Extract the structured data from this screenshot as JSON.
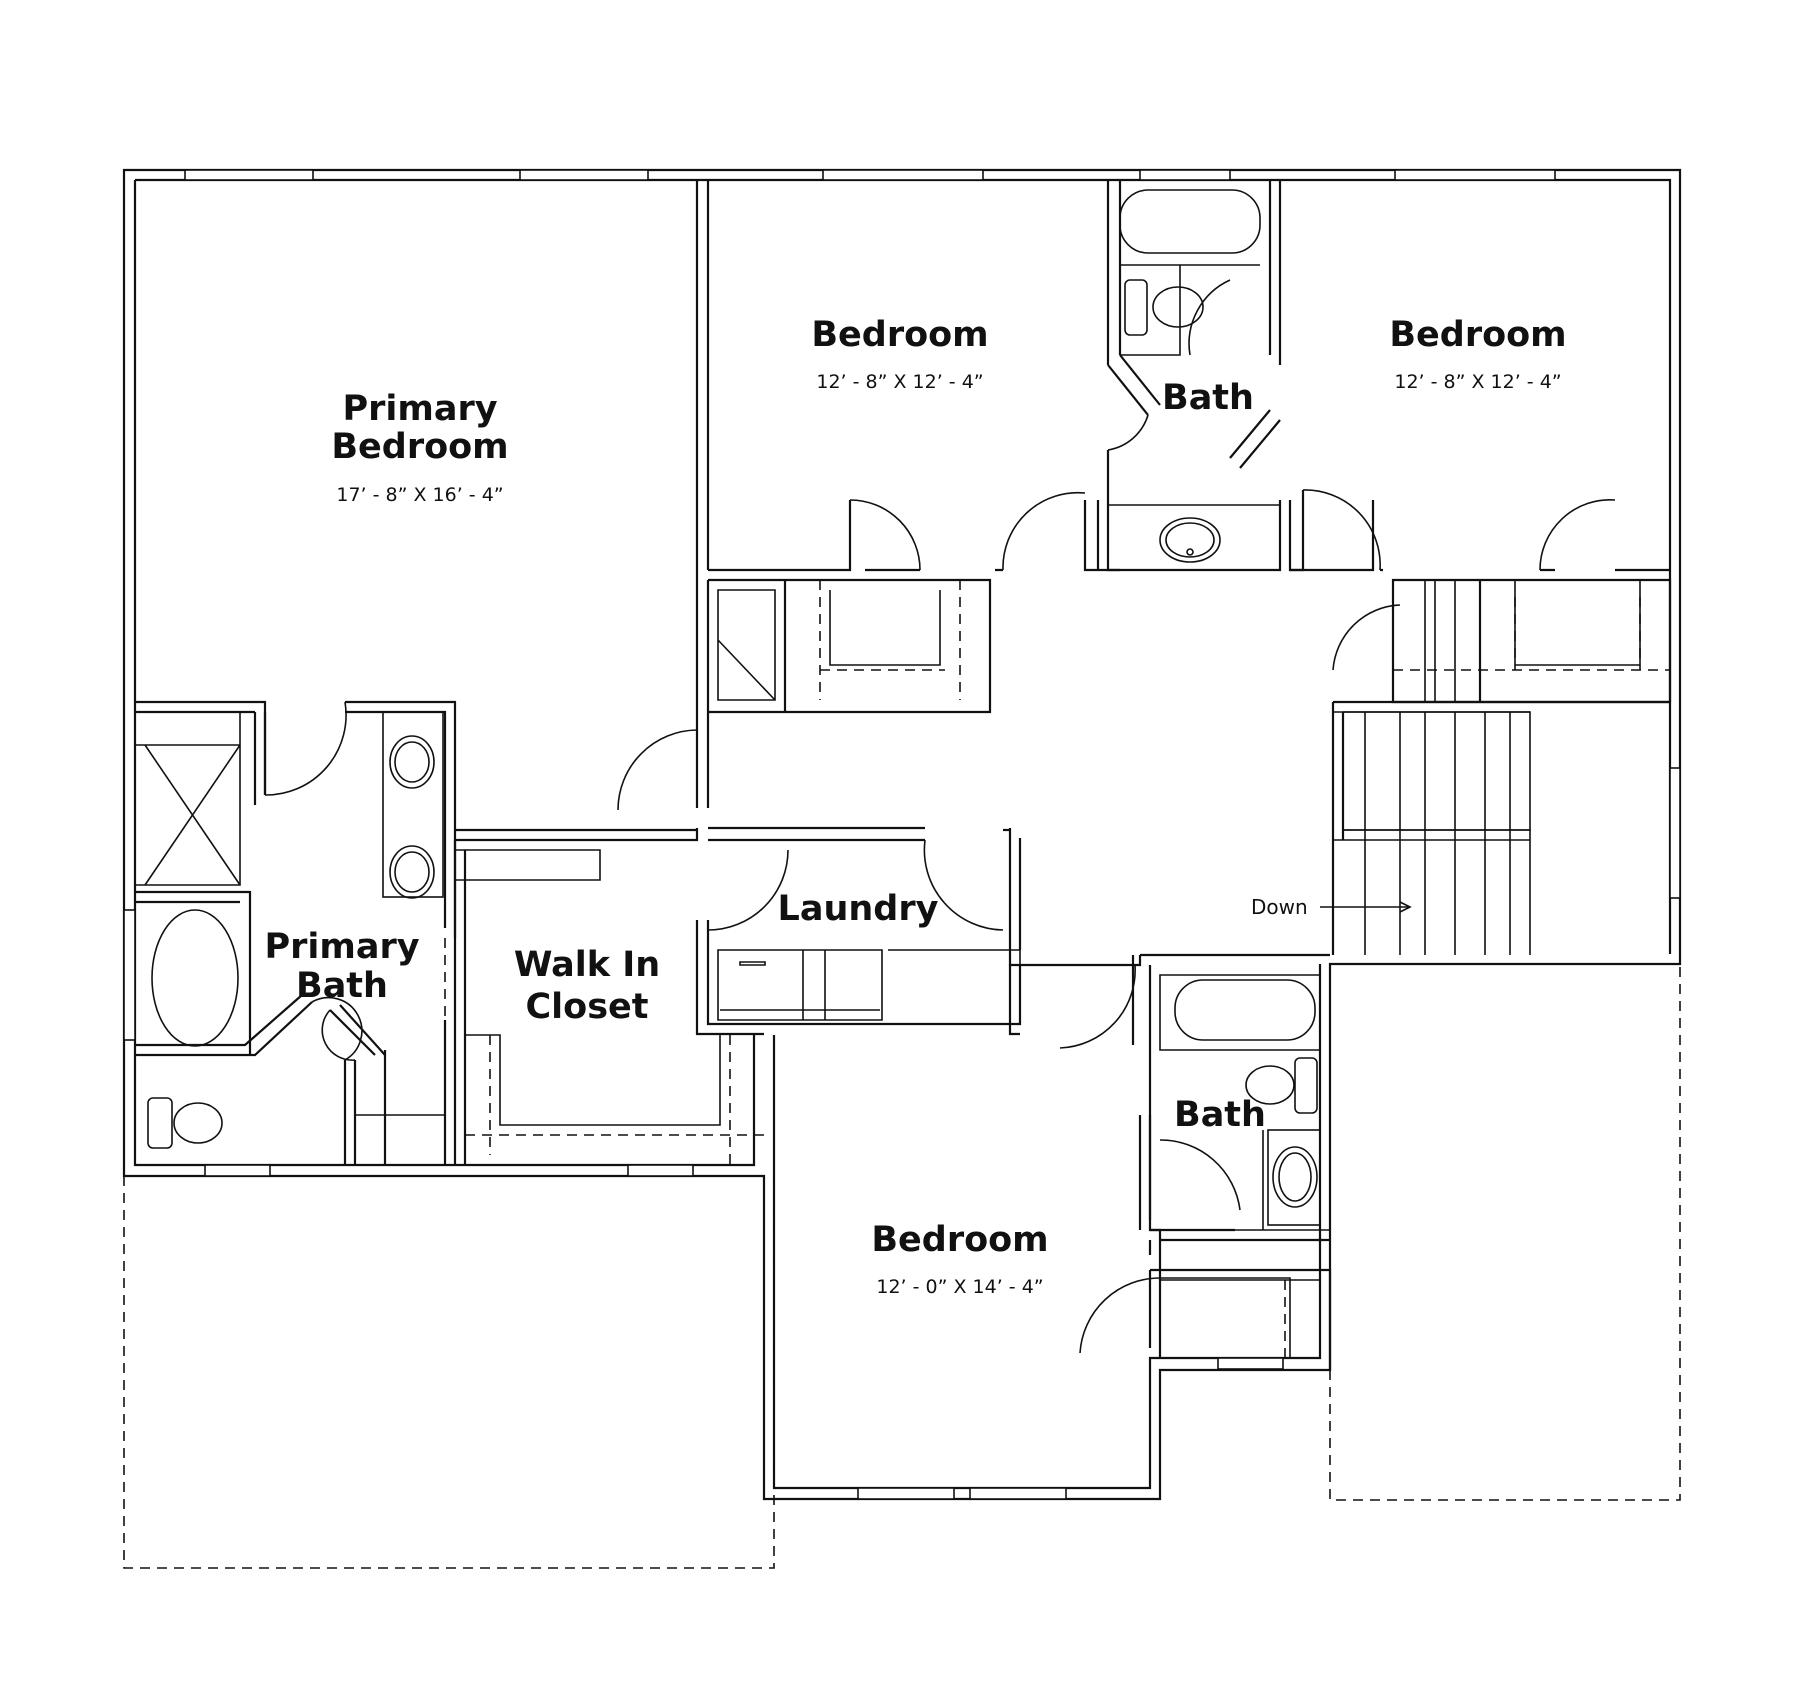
{
  "rooms": {
    "primary_bedroom": {
      "line1": "Primary",
      "line2": "Bedroom",
      "dims": "17’ - 8” X 16’ - 4”"
    },
    "bedroom_top_left": {
      "name": "Bedroom",
      "dims": "12’ - 8” X 12’ - 4”"
    },
    "bath_top": {
      "name": "Bath"
    },
    "bedroom_top_right": {
      "name": "Bedroom",
      "dims": "12’ - 8” X 12’ - 4”"
    },
    "primary_bath": {
      "line1": "Primary",
      "line2": "Bath"
    },
    "walk_in_closet": {
      "line1": "Walk In",
      "line2": "Closet"
    },
    "laundry": {
      "name": "Laundry"
    },
    "bath_lower": {
      "name": "Bath"
    },
    "bedroom_lower": {
      "name": "Bedroom",
      "dims": "12’ - 0” X 14’ - 4”"
    }
  },
  "stairs": {
    "label": "Down"
  }
}
